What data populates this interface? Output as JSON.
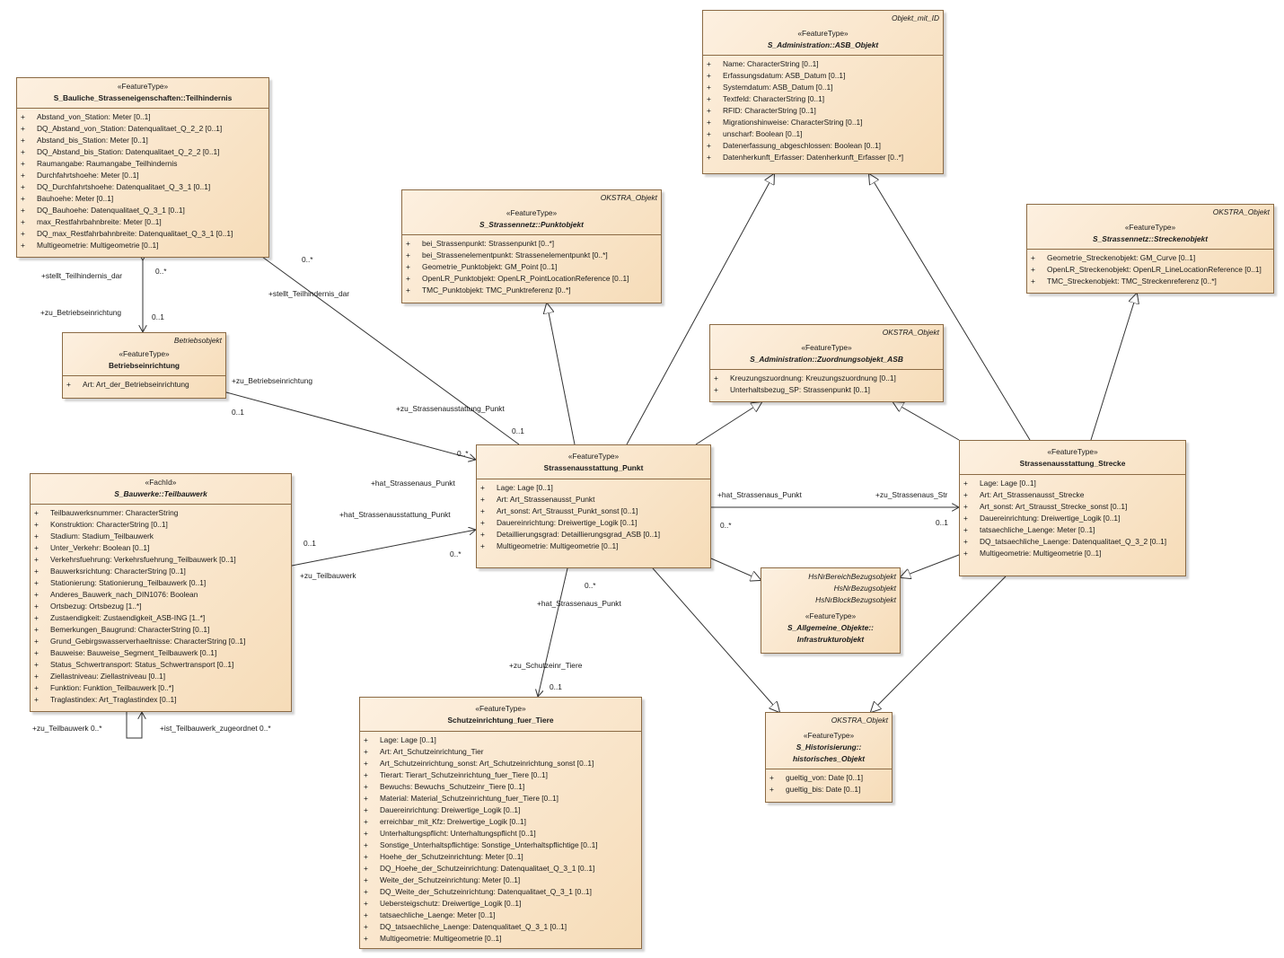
{
  "classes": {
    "teilhindernis": {
      "stereotype": "«FeatureType»",
      "name": "S_Bauliche_Strasseneigenschaften::Teilhindernis",
      "tag": "",
      "attributes": [
        "Abstand_von_Station: Meter [0..1]",
        "DQ_Abstand_von_Station: Datenqualitaet_Q_2_2 [0..1]",
        "Abstand_bis_Station: Meter [0..1]",
        "DQ_Abstand_bis_Station: Datenqualitaet_Q_2_2 [0..1]",
        "Raumangabe: Raumangabe_Teilhindernis",
        "Durchfahrtshoehe: Meter [0..1]",
        "DQ_Durchfahrtshoehe: Datenqualitaet_Q_3_1 [0..1]",
        "Bauhoehe: Meter [0..1]",
        "DQ_Bauhoehe: Datenqualitaet_Q_3_1 [0..1]",
        "max_Restfahrbahnbreite: Meter [0..1]",
        "DQ_max_Restfahrbahnbreite: Datenqualitaet_Q_3_1 [0..1]",
        "Multigeometrie: Multigeometrie [0..1]"
      ]
    },
    "betriebseinrichtung": {
      "stereotype": "«FeatureType»",
      "name": "Betriebseinrichtung",
      "tag": "Betriebsobjekt",
      "attributes": [
        "Art: Art_der_Betriebseinrichtung"
      ]
    },
    "teilbauwerk": {
      "stereotype": "«FachId»",
      "name": "S_Bauwerke::Teilbauwerk",
      "tag": "",
      "attributes": [
        "Teilbauwerksnummer: CharacterString",
        "Konstruktion: CharacterString [0..1]",
        "Stadium: Stadium_Teilbauwerk",
        "Unter_Verkehr: Boolean [0..1]",
        "Verkehrsfuehrung: Verkehrsfuehrung_Teilbauwerk [0..1]",
        "Bauwerksrichtung: CharacterString [0..1]",
        "Stationierung: Stationierung_Teilbauwerk [0..1]",
        "Anderes_Bauwerk_nach_DIN1076: Boolean",
        "Ortsbezug: Ortsbezug [1..*]",
        "Zustaendigkeit: Zustaendigkeit_ASB-ING [1..*]",
        "Bemerkungen_Baugrund: CharacterString [0..1]",
        "Grund_Gebirgswasserverhaeltnisse: CharacterString [0..1]",
        "Bauweise: Bauweise_Segment_Teilbauwerk [0..1]",
        "Status_Schwertransport: Status_Schwertransport [0..1]",
        "Ziellastniveau: Ziellastniveau [0..1]",
        "Funktion: Funktion_Teilbauwerk [0..*]",
        "Traglastindex: Art_Traglastindex [0..1]"
      ]
    },
    "punktobjekt": {
      "stereotype": "«FeatureType»",
      "name": "S_Strassennetz::Punktobjekt",
      "tag": "OKSTRA_Objekt",
      "attributes": [
        "bei_Strassenpunkt: Strassenpunkt [0..*]",
        "bei_Strassenelementpunkt: Strassenelementpunkt [0..*]",
        "Geometrie_Punktobjekt: GM_Point [0..1]",
        "OpenLR_Punktobjekt: OpenLR_PointLocationReference [0..1]",
        "TMC_Punktobjekt: TMC_Punktreferenz [0..*]"
      ]
    },
    "asb_objekt": {
      "stereotype": "«FeatureType»",
      "name": "S_Administration::ASB_Objekt",
      "tag": "Objekt_mit_ID",
      "attributes": [
        "Name: CharacterString [0..1]",
        "Erfassungsdatum: ASB_Datum [0..1]",
        "Systemdatum: ASB_Datum [0..1]",
        "Textfeld: CharacterString [0..1]",
        "RFID: CharacterString [0..1]",
        "Migrationshinweise: CharacterString [0..1]",
        "unscharf: Boolean [0..1]",
        "Datenerfassung_abgeschlossen: Boolean [0..1]",
        "Datenherkunft_Erfasser: Datenherkunft_Erfasser [0..*]"
      ]
    },
    "streckenobjekt": {
      "stereotype": "«FeatureType»",
      "name": "S_Strassennetz::Streckenobjekt",
      "tag": "OKSTRA_Objekt",
      "attributes": [
        "Geometrie_Streckenobjekt: GM_Curve [0..1]",
        "OpenLR_Streckenobjekt: OpenLR_LineLocationReference [0..1]",
        "TMC_Streckenobjekt: TMC_Streckenreferenz [0..*]"
      ]
    },
    "zuordnungsobjekt": {
      "stereotype": "«FeatureType»",
      "name": "S_Administration::Zuordnungsobjekt_ASB",
      "tag": "OKSTRA_Objekt",
      "attributes": [
        "Kreuzungszuordnung: Kreuzungszuordnung [0..1]",
        "Unterhaltsbezug_SP: Strassenpunkt [0..1]"
      ]
    },
    "sa_punkt": {
      "stereotype": "«FeatureType»",
      "name": "Strassenausstattung_Punkt",
      "tag": "",
      "attributes": [
        "Lage: Lage [0..1]",
        "Art: Art_Strassenausst_Punkt",
        "Art_sonst: Art_Strausst_Punkt_sonst [0..1]",
        "Dauereinrichtung: Dreiwertige_Logik [0..1]",
        "Detaillierungsgrad: Detaillierungsgrad_ASB [0..1]",
        "Multigeometrie: Multigeometrie [0..1]"
      ]
    },
    "sa_strecke": {
      "stereotype": "«FeatureType»",
      "name": "Strassenausstattung_Strecke",
      "tag": "",
      "attributes": [
        "Lage: Lage [0..1]",
        "Art: Art_Strassenausst_Strecke",
        "Art_sonst: Art_Strausst_Strecke_sonst [0..1]",
        "Dauereinrichtung: Dreiwertige_Logik [0..1]",
        "tatsaechliche_Laenge: Meter [0..1]",
        "DQ_tatsaechliche_Laenge: Datenqualitaet_Q_3_2 [0..1]",
        "Multigeometrie: Multigeometrie [0..1]"
      ]
    },
    "infrastruktur": {
      "tag_lines": [
        "HsNrBereichBezugsobjekt",
        "HsNrBezugsobjekt",
        "HsNrBlockBezugsobjekt"
      ],
      "stereotype": "«FeatureType»",
      "name_line1": "S_Allgemeine_Objekte::",
      "name_line2": "Infrastrukturobjekt"
    },
    "historisch": {
      "stereotype": "«FeatureType»",
      "name_line1": "S_Historisierung::",
      "name_line2": "historisches_Objekt",
      "tag": "OKSTRA_Objekt",
      "attributes": [
        "gueltig_von: Date [0..1]",
        "gueltig_bis: Date [0..1]"
      ]
    },
    "schutz": {
      "stereotype": "«FeatureType»",
      "name": "Schutzeinrichtung_fuer_Tiere",
      "tag": "",
      "attributes": [
        "Lage: Lage [0..1]",
        "Art: Art_Schutzeinrichtung_Tier",
        "Art_Schutzeinrichtung_sonst: Art_Schutzeinrichtung_sonst [0..1]",
        "Tierart: Tierart_Schutzeinrichtung_fuer_Tiere [0..1]",
        "Bewuchs: Bewuchs_Schutzeinr_Tiere [0..1]",
        "Material: Material_Schutzeinrichtung_fuer_Tiere [0..1]",
        "Dauereinrichtung: Dreiwertige_Logik [0..1]",
        "erreichbar_mit_Kfz: Dreiwertige_Logik [0..1]",
        "Unterhaltungspflicht: Unterhaltungspflicht [0..1]",
        "Sonstige_Unterhaltspflichtige: Sonstige_Unterhaltspflichtige [0..1]",
        "Hoehe_der_Schutzeinrichtung: Meter [0..1]",
        "DQ_Hoehe_der_Schutzeinrichtung: Datenqualitaet_Q_3_1 [0..1]",
        "Weite_der_Schutzeinrichtung: Meter [0..1]",
        "DQ_Weite_der_Schutzeinrichtung: Datenqualitaet_Q_3_1 [0..1]",
        "Uebersteigschutz: Dreiwertige_Logik [0..1]",
        "tatsaechliche_Laenge: Meter [0..1]",
        "DQ_tatsaechliche_Laenge: Datenqualitaet_Q_3_1 [0..1]",
        "Multigeometrie: Multigeometrie [0..1]"
      ]
    }
  },
  "visibility": "+",
  "labels": {
    "stellt_teilhindernis_dar_left": "+stellt_Teilhindernis_dar",
    "mult_0star_a": "0..*",
    "zu_betriebseinrichtung_left": "+zu_Betriebseinrichtung",
    "mult_01_a": "0..1",
    "mult_0star_b": "0..*",
    "stellt_teilhindernis_dar_mid": "+stellt_Teilhindernis_dar",
    "zu_betriebseinrichtung_mid": "+zu_Betriebseinrichtung",
    "mult_01_b": "0..1",
    "zu_strassenausstattung_punkt": "+zu_Strassenausstattung_Punkt",
    "mult_01_c": "0..1",
    "mult_0star_c": "0..*",
    "hat_strassenaus_punkt_1": "+hat_Strassenaus_Punkt",
    "hat_strassenausstattung_punkt": "+hat_Strassenausstattung_Punkt",
    "mult_01_d": "0..1",
    "mult_0star_d": "0..*",
    "zu_teilbauwerk": "+zu_Teilbauwerk",
    "hat_strassenaus_punkt_2": "+hat_Strassenaus_Punkt",
    "zu_strassenaus_str": "+zu_Strassenaus_Str",
    "mult_0star_e": "0..*",
    "mult_01_e": "0..1",
    "mult_0star_f": "0..*",
    "hat_strassenaus_punkt_3": "+hat_Strassenaus_Punkt",
    "zu_schutzeinr_tiere": "+zu_Schutzeinr_Tiere",
    "mult_01_f": "0..1",
    "zu_teilbauwerk_self": "+zu_Teilbauwerk 0..*",
    "ist_teilbauwerk_zugeordnet": "+ist_Teilbauwerk_zugeordnet 0..*"
  }
}
